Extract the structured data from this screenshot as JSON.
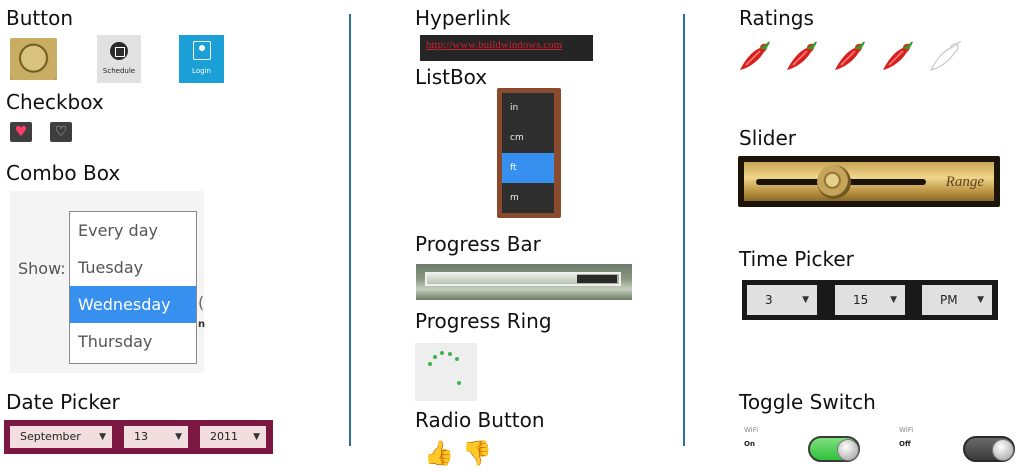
{
  "headings": {
    "button": "Button",
    "checkbox": "Checkbox",
    "combo_box": "Combo Box",
    "date_picker": "Date Picker",
    "hyperlink": "Hyperlink",
    "listbox": "ListBox",
    "progress_bar": "Progress Bar",
    "progress_ring": "Progress Ring",
    "radio_button": "Radio Button",
    "ratings": "Ratings",
    "slider": "Slider",
    "time_picker": "Time Picker",
    "toggle_switch": "Toggle Switch"
  },
  "buttons": {
    "schedule_label": "Schedule",
    "login_label": "Login"
  },
  "checkboxes": [
    {
      "state": "checked",
      "icon": "heart-filled-icon"
    },
    {
      "state": "unchecked",
      "icon": "heart-outline-icon"
    }
  ],
  "combo": {
    "label": "Show:",
    "options": [
      "Every day",
      "Tuesday",
      "Wednesday",
      "Thursday"
    ],
    "selected_index": 2,
    "peek_text_1": "(",
    "peek_text_2": "n"
  },
  "date_picker": {
    "month": "September",
    "day": "13",
    "year": "2011",
    "background": "#7b1740"
  },
  "hyperlink": {
    "text": "http://www.buildwindows.com"
  },
  "listbox": {
    "items": [
      "in",
      "cm",
      "ft",
      "m"
    ],
    "selected_index": 2
  },
  "progress_bar": {
    "fraction": 0.78
  },
  "ratings": {
    "max": 5,
    "value": 4,
    "icon": "chili-pepper-icon"
  },
  "slider": {
    "label": "Range",
    "fraction": 0.46
  },
  "time_picker": {
    "hour": "3",
    "minute": "15",
    "period": "PM"
  },
  "toggles": [
    {
      "label": "WiFi",
      "state_text": "On",
      "on": true
    },
    {
      "label": "WiFi",
      "state_text": "Off",
      "on": false
    }
  ],
  "colors": {
    "accent": "#3790ef",
    "divider": "#2e6f9e",
    "toggle_on": "#2ec13a",
    "link": "#d0202a"
  }
}
